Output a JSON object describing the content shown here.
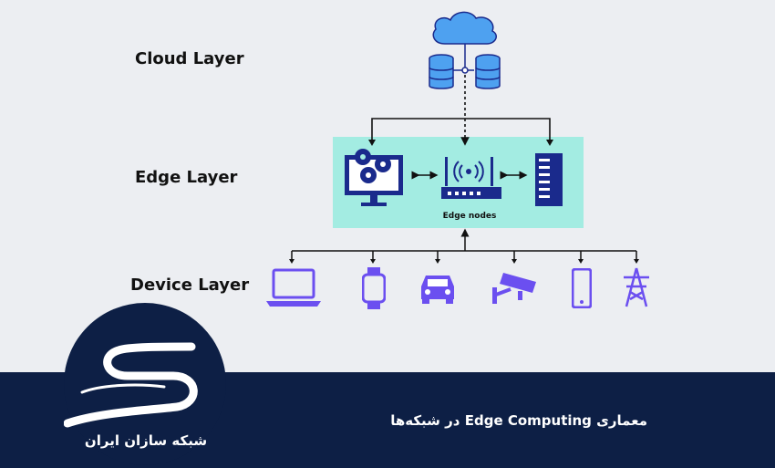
{
  "labels": {
    "cloud_layer": "Cloud Layer",
    "edge_layer": "Edge Layer",
    "device_layer": "Device Layer",
    "edge_nodes": "Edge nodes"
  },
  "footer": {
    "title": "معماری Edge Computing در شبکه‌ها",
    "brand": "شبکه سازان ایران"
  },
  "colors": {
    "navy": "#0d1f45",
    "edge_box": "#a3ece2",
    "cloud_blue": "#4ea1f0",
    "device_purple": "#6b4ff0",
    "icon_dark": "#1a2a8c"
  },
  "icons": {
    "cloud": "cloud-database-icon",
    "edge": [
      "computer-gears-icon",
      "wifi-router-icon",
      "server-rack-icon"
    ],
    "devices": [
      "laptop-icon",
      "smartwatch-icon",
      "car-icon",
      "cctv-camera-icon",
      "smartphone-icon",
      "power-tower-icon"
    ]
  }
}
